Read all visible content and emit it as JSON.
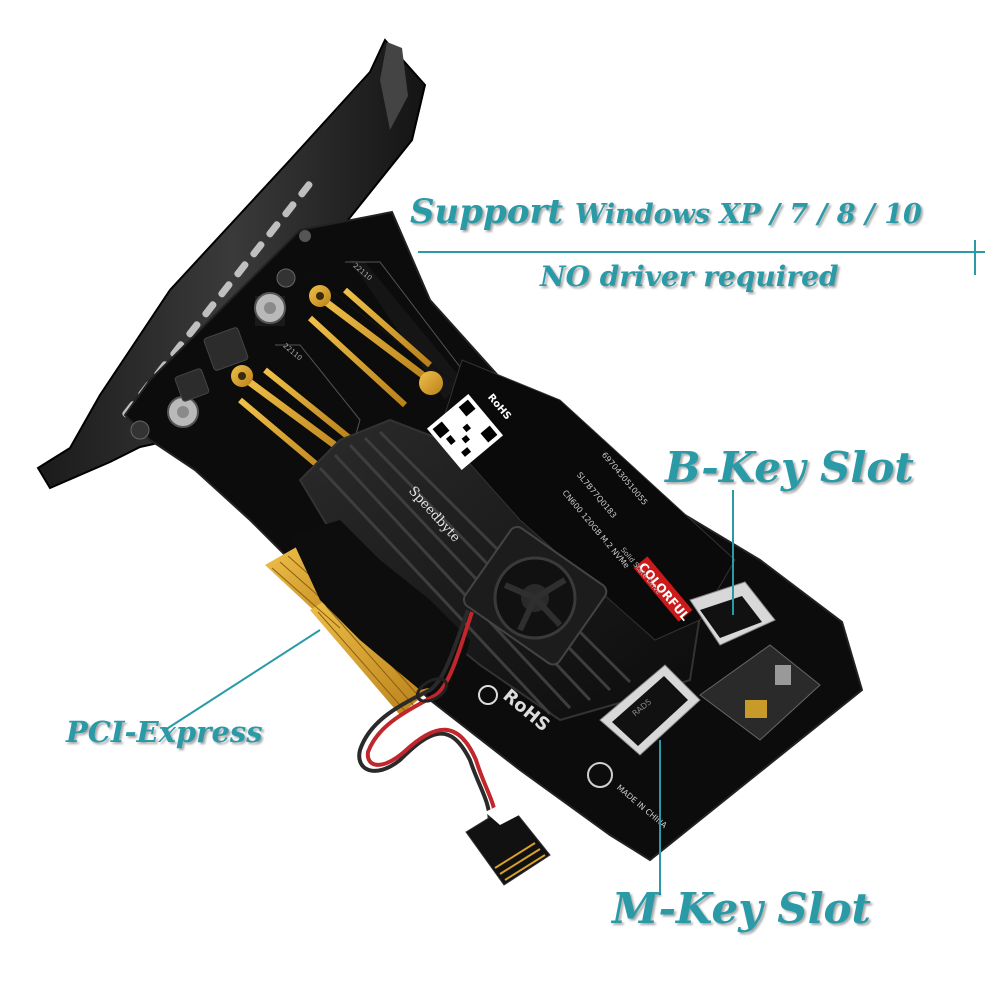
{
  "annotations": {
    "support_big": "Support",
    "support_rest": "Windows XP / 7 / 8 / 10",
    "no_driver": "NO driver required",
    "b_key": "B-Key Slot",
    "pcie": "PCI-Express",
    "m_key": "M-Key Slot"
  },
  "board_print": {
    "brand": "Speedbyte",
    "ssd_brand": "COLORFUL",
    "ssd_type": "Solid State Drive",
    "ssd_model": "CN600 120GB M.2 NVMe",
    "ssd_serial": "SL7B77Q0183",
    "ssd_code": "6970430510055",
    "rohs": "RoHS",
    "made_in": "MADE IN CHINA",
    "size_1": "22110",
    "size_2": "22110",
    "m2_label": "RAD5"
  },
  "colors": {
    "annotation": "#2a9aa7",
    "board": "#0c0c0c",
    "gold": "#d8a22a"
  }
}
